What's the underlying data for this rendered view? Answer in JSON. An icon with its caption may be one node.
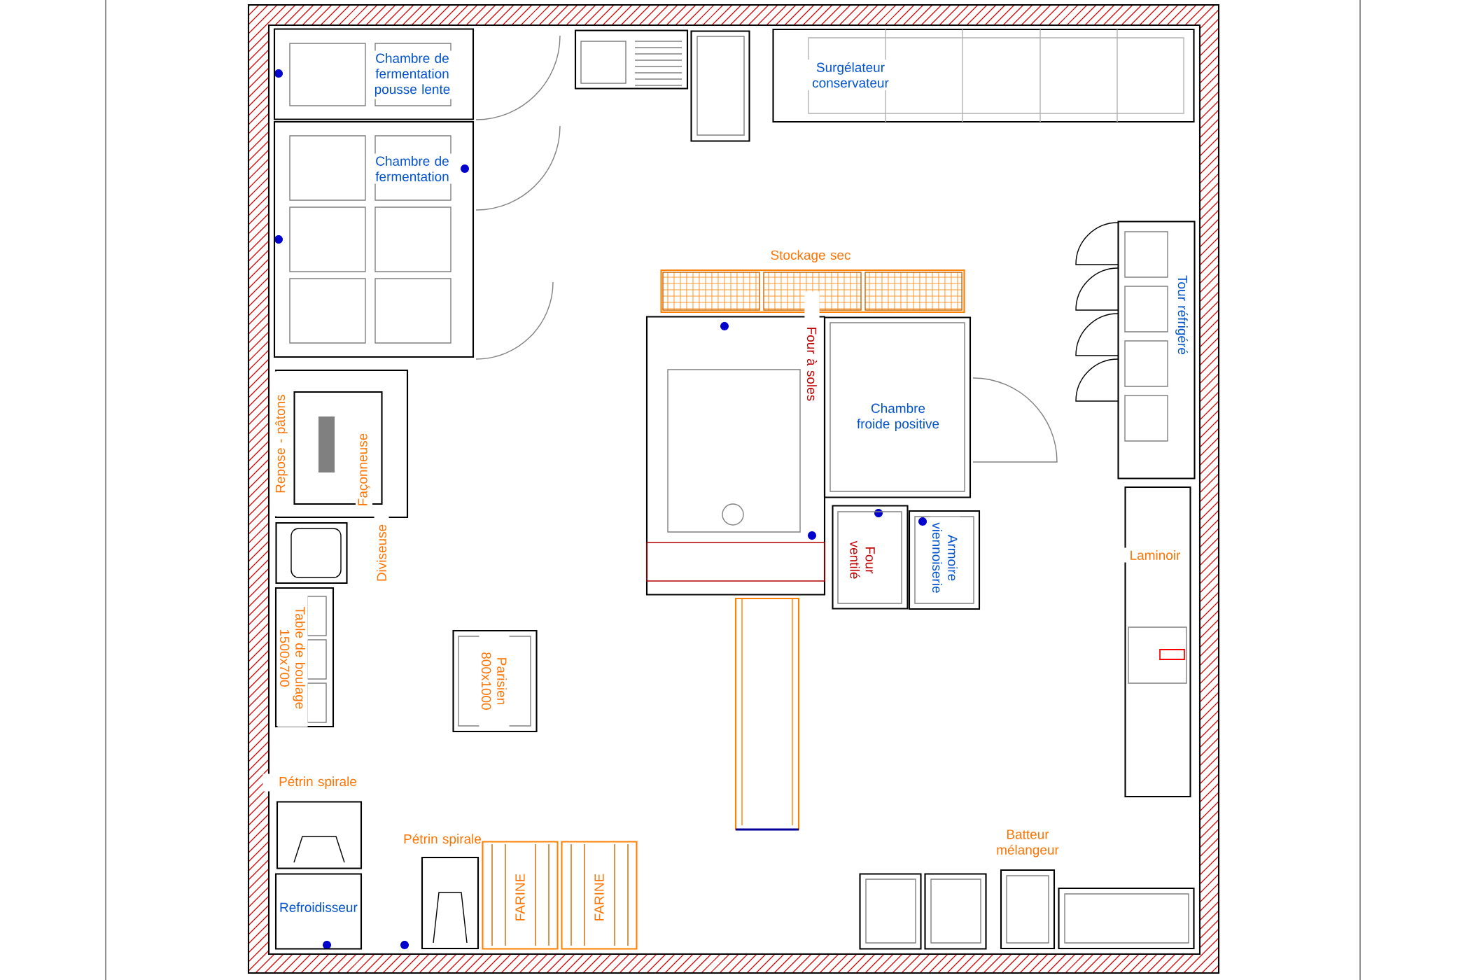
{
  "diagram": {
    "nodes": [
      {
        "text": [
          "Chambre de fermentation pousse lente"
        ]
      },
      {
        "text": [
          "Chambre de fermentation"
        ]
      },
      {
        "text": [
          "Surgélateur conservateur"
        ]
      },
      {
        "text": [
          "Stockage sec"
        ]
      },
      {
        "text": [
          "Four à soles"
        ]
      },
      {
        "text": [
          "Chambre froide positive"
        ]
      },
      {
        "text": [
          "Tour réfrigéré"
        ]
      },
      {
        "text": [
          "Four ventilé"
        ]
      },
      {
        "text": [
          "Armoire viennoiserie"
        ]
      },
      {
        "text": [
          "Laminoir"
        ]
      },
      {
        "text": [
          "Repose - pâtons"
        ]
      },
      {
        "text": [
          "Façonneuse"
        ],
        "in": 10
      },
      {
        "text": [
          "Diviseuse"
        ]
      },
      {
        "text": [
          "Table de boulage 1500x700"
        ]
      },
      {
        "text": [
          "Parisien 800x1000"
        ]
      },
      {
        "text": [
          "Pétrin spirale"
        ]
      },
      {
        "text": [
          "Refroidisseur"
        ]
      },
      {
        "text": [
          "Pétrin spirale"
        ]
      },
      {
        "text": [
          "FARINE"
        ]
      },
      {
        "text": [
          "FARINE"
        ]
      },
      {
        "text": [
          "Batteur mélangeur"
        ]
      },
      {
        "text": [],
        "shape": "box"
      },
      {
        "text": [],
        "shape": "box"
      },
      {
        "text": [],
        "shape": "box"
      },
      {
        "text": [],
        "shape": "box"
      },
      {
        "text": [],
        "shape": "box"
      },
      {
        "text": [],
        "shape": "box"
      }
    ]
  }
}
